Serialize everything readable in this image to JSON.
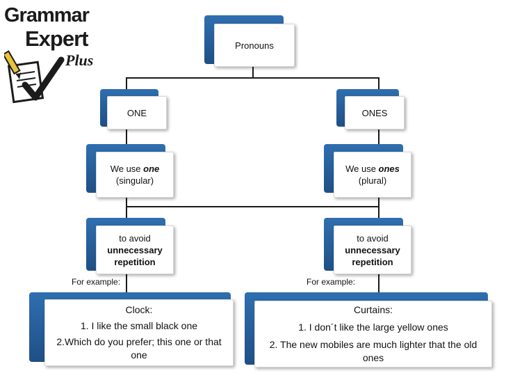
{
  "logo": {
    "line1": "Grammar",
    "line2": "Expert",
    "line3": "Plus"
  },
  "root": {
    "label": "Pronouns"
  },
  "branches": [
    {
      "title": "ONE",
      "use_prefix": "We use ",
      "use_word": "one",
      "use_note": "(singular)",
      "purpose": [
        "to avoid",
        "unnecessary",
        "repetition"
      ],
      "example_label": "For example:",
      "example": [
        "Clock:",
        "1. I like the small black one",
        "2.Which do you prefer; this one or that",
        "one"
      ]
    },
    {
      "title": "ONES",
      "use_prefix": "We use ",
      "use_word": "ones",
      "use_note": "(plural)",
      "purpose": [
        "to avoid",
        "unnecessary",
        "repetition"
      ],
      "example_label": "For example:",
      "example": [
        "Curtains:",
        "1. I don´t like the large yellow ones",
        "2. The new mobiles are much lighter that the old",
        "ones"
      ]
    }
  ],
  "colors": {
    "accent": "#2a65a8",
    "line": "#1a1a1a"
  }
}
